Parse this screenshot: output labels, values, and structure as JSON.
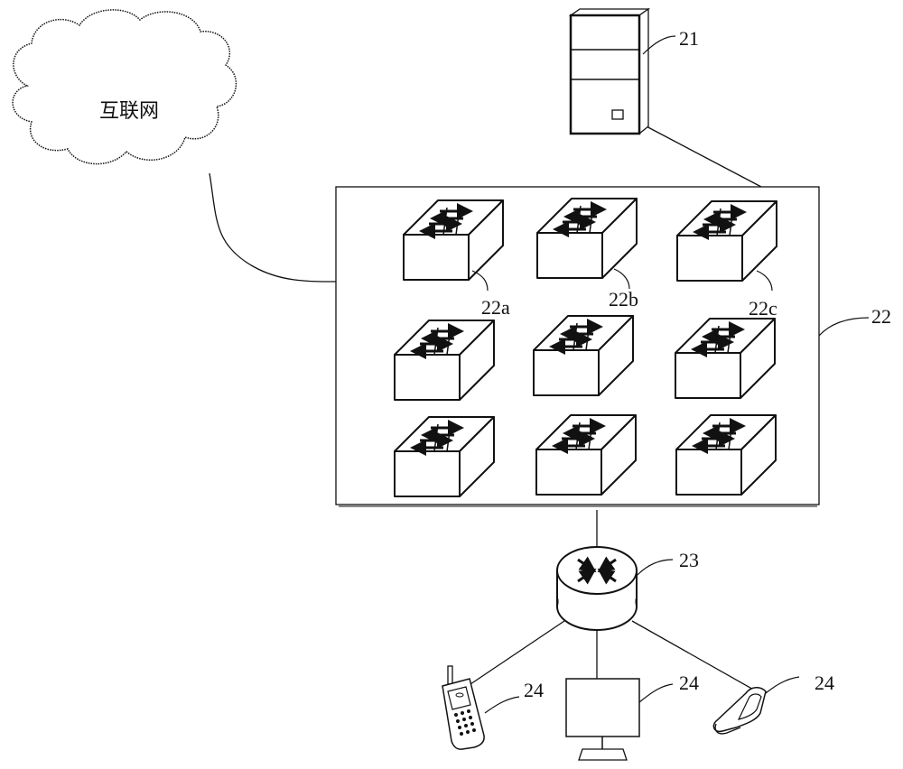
{
  "cloud": {
    "label": "互联网"
  },
  "server": {
    "label": "21"
  },
  "switch_group": {
    "label": "22",
    "switch_labels": [
      "22a",
      "22b",
      "22c"
    ]
  },
  "router": {
    "label": "23"
  },
  "devices": [
    {
      "name": "mobile-phone",
      "label": "24"
    },
    {
      "name": "monitor",
      "label": "24"
    },
    {
      "name": "flip-phone",
      "label": "24"
    }
  ]
}
